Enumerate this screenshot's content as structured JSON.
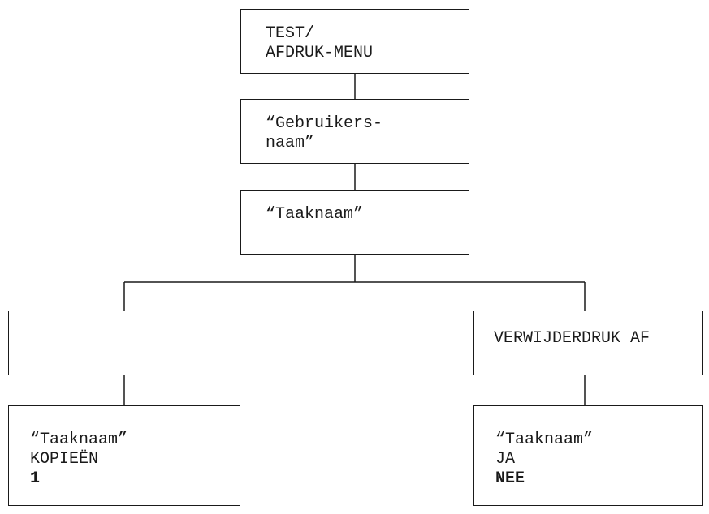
{
  "nodes": {
    "root": {
      "lines": [
        "TEST/",
        "AFDRUK-MENU"
      ]
    },
    "user": {
      "lines": [
        "“Gebruikers-",
        "naam”"
      ]
    },
    "job": {
      "lines": [
        "“Taaknaam”"
      ]
    },
    "left_mid": {
      "lines": []
    },
    "right_mid": {
      "lines": [
        "VERWIJDERDRUK AF"
      ]
    },
    "left_bottom": {
      "lines": [
        "“Taaknaam”",
        "KOPIEËN",
        "1"
      ],
      "bold_line": 2
    },
    "right_bottom": {
      "lines": [
        "“Taaknaam”",
        "JA",
        "NEE"
      ],
      "bold_line": 2
    }
  },
  "style": {
    "line_color": "#1a1a1a",
    "text_color": "#1a1a1a",
    "background": "#ffffff"
  }
}
